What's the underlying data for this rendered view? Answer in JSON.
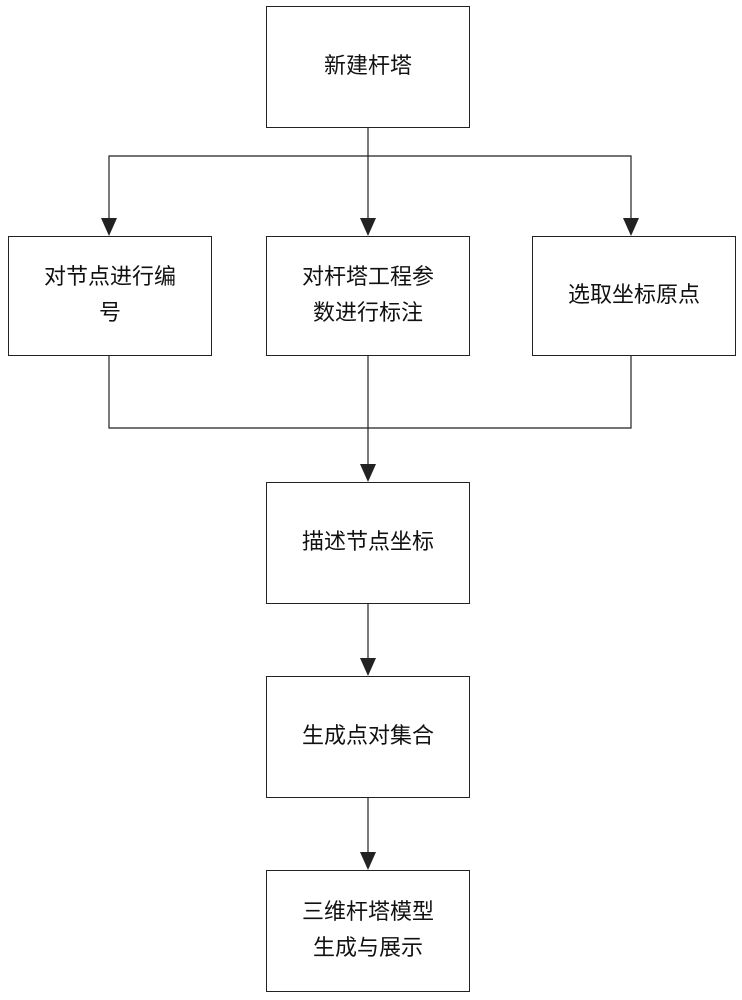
{
  "diagram": {
    "nodes": {
      "new_tower": "新建杆塔",
      "number_nodes": "对节点进行编\n号",
      "annotate_params": "对杆塔工程参\n数进行标注",
      "select_origin": "选取坐标原点",
      "describe_coords": "描述节点坐标",
      "generate_pairs": "生成点对集合",
      "model_display": "三维杆塔模型\n生成与展示"
    },
    "edges": [
      [
        "new_tower",
        "number_nodes"
      ],
      [
        "new_tower",
        "annotate_params"
      ],
      [
        "new_tower",
        "select_origin"
      ],
      [
        "number_nodes",
        "describe_coords"
      ],
      [
        "annotate_params",
        "describe_coords"
      ],
      [
        "select_origin",
        "describe_coords"
      ],
      [
        "describe_coords",
        "generate_pairs"
      ],
      [
        "generate_pairs",
        "model_display"
      ]
    ],
    "colors": {
      "line": "#222222",
      "box_border": "#222222",
      "text": "#111111",
      "background": "#ffffff"
    }
  }
}
